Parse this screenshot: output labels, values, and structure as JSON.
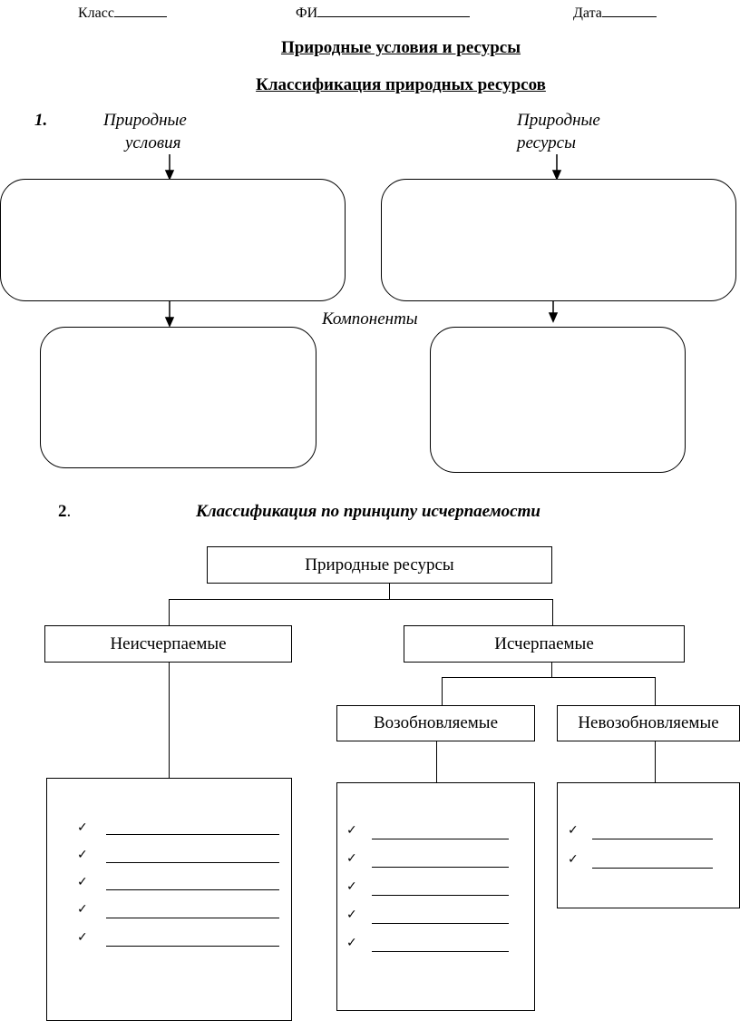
{
  "header": {
    "class_label": "Класс",
    "name_label": "ФИ",
    "date_label": "Дата"
  },
  "title": "Природные условия и ресурсы",
  "subtitle": "Классификация природных ресурсов",
  "section1": {
    "number": "1.",
    "left_label_line1": "Природные",
    "left_label_line2": "условия",
    "right_label_line1": "Природные",
    "right_label_line2": "ресурсы",
    "components_label": "Компоненты"
  },
  "section2": {
    "number": "2",
    "number_suffix": ".",
    "heading": "Классификация по принципу исчерпаемости",
    "root": "Природные ресурсы",
    "inexhaustible": "Неисчерпаемые",
    "exhaustible": "Исчерпаемые",
    "renewable": "Возобновляемые",
    "nonrenewable": "Невозобновляемые"
  },
  "check_icon": "checkmark-icon"
}
